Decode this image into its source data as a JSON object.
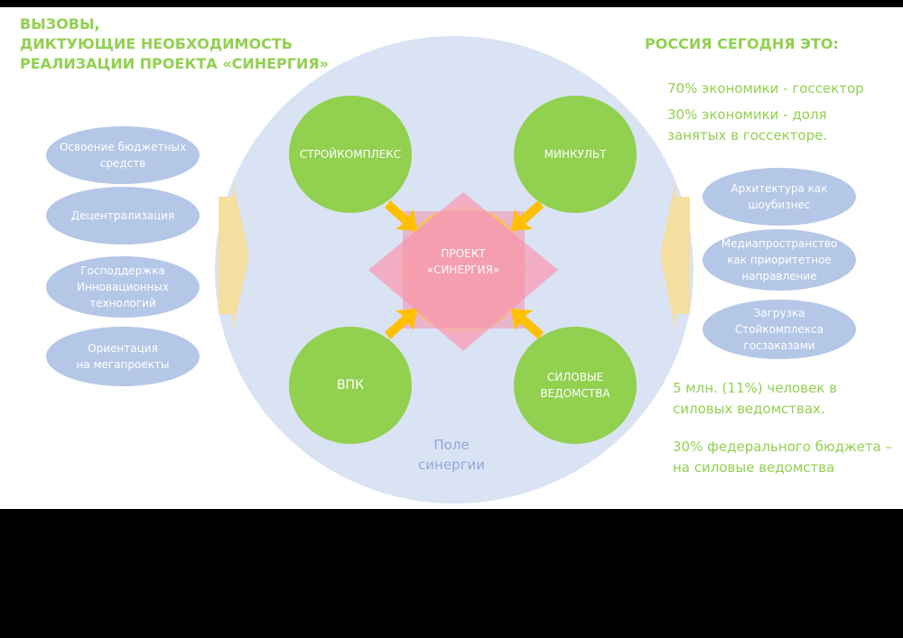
{
  "left_heading": {
    "line1": "ВЫЗОВЫ,",
    "line2": "ДИКТУЮЩИЕ НЕОБХОДИМОСТЬ",
    "line3": "РЕАЛИЗАЦИИ ПРОЕКТА «СИНЕРГИЯ»"
  },
  "right_heading": "РОССИЯ СЕГОДНЯ ЭТО:",
  "stats_top": [
    "70% экономики -  госсектор",
    "30% экономики -  доля\nзанятых в госсекторе."
  ],
  "stats_bottom": [
    "5 млн. (11%) человек в\nсиловых ведомствах.",
    "30% федерального бюджета –\nна силовые ведомства"
  ],
  "left_challenges": [
    "Освоение бюджетных\nсредств",
    "Децентрализация",
    "Господдержка\nИнновационных\nтехнологий",
    "Ориентация\nна мегапроекты"
  ],
  "right_challenges": [
    "Архитектура как\nшоубизнес",
    "Медиапространство\nкак приоритетное\nнаправление",
    "Загрузка\nСтойкомплекса\nгосзаказами"
  ],
  "nodes": {
    "top_left": "СТРОЙКОМПЛЕКС",
    "top_right": "МИНКУЛЬТ",
    "bottom_left": "ВПК",
    "bottom_right": "СИЛОВЫЕ\nВЕДОМСТВА"
  },
  "center_label": "ПРОЕКТ\n«СИНЕРГИЯ»",
  "field_label": "Поле\nсинергии",
  "colors": {
    "green": "#92d050",
    "light_blue": "#b4c7e7",
    "field": "#dae3f3",
    "yellow": "#ffff00",
    "pink": "#f4a6c0",
    "orange_arrow": "#ffc000",
    "side_arrow": "#f4dea0"
  }
}
